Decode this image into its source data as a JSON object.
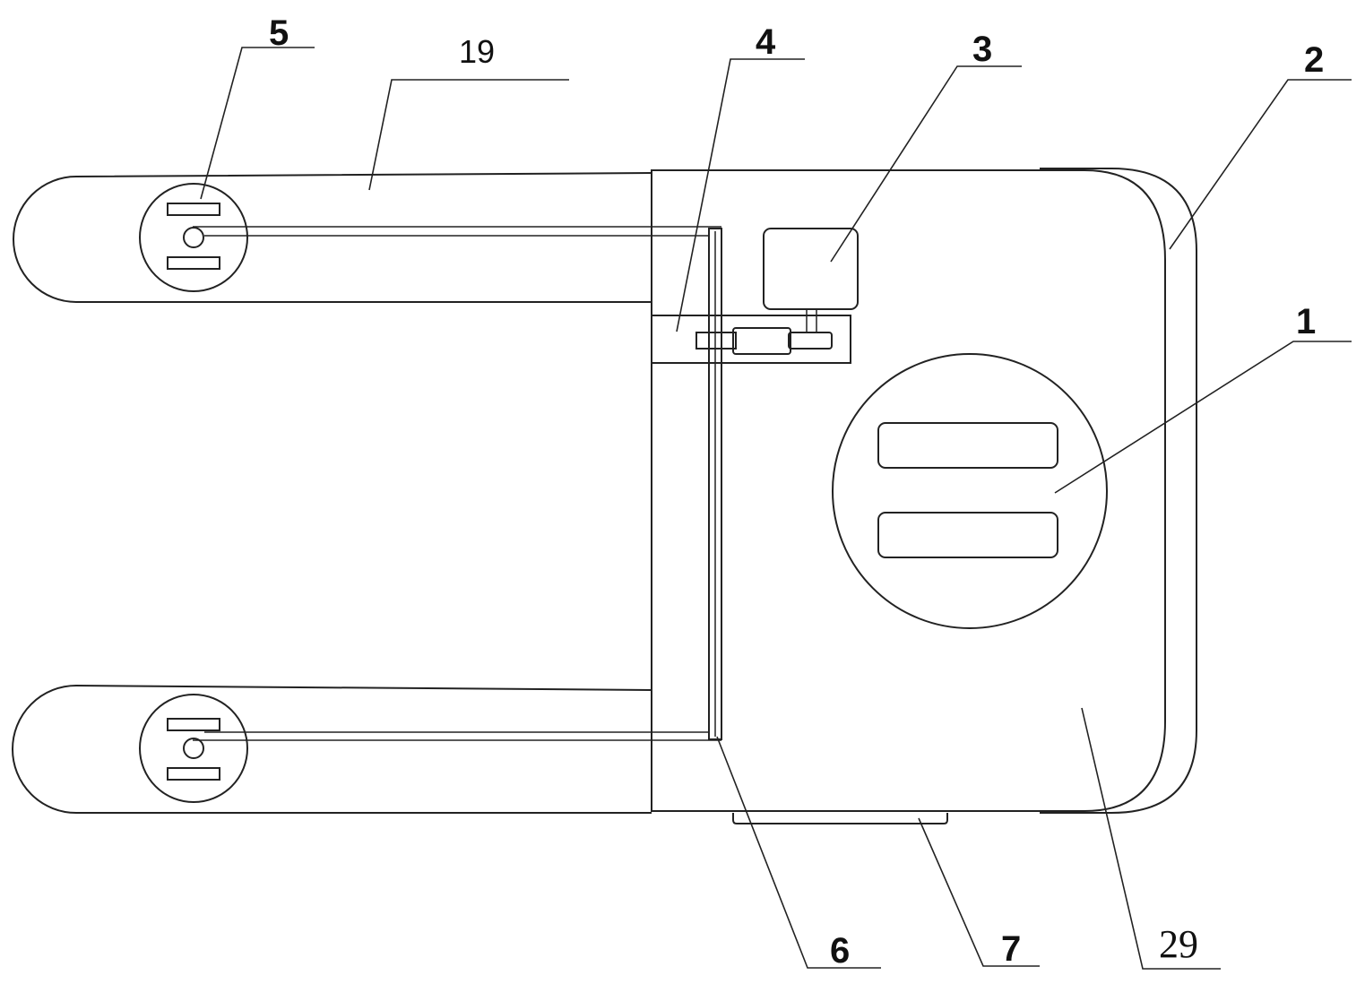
{
  "labels": {
    "l1": "1",
    "l2": "2",
    "l3": "3",
    "l4": "4",
    "l5": "5",
    "l6": "6",
    "l7": "7",
    "l19": "19",
    "l29": "29"
  },
  "colors": {
    "line": "#222222",
    "background": "#ffffff"
  }
}
